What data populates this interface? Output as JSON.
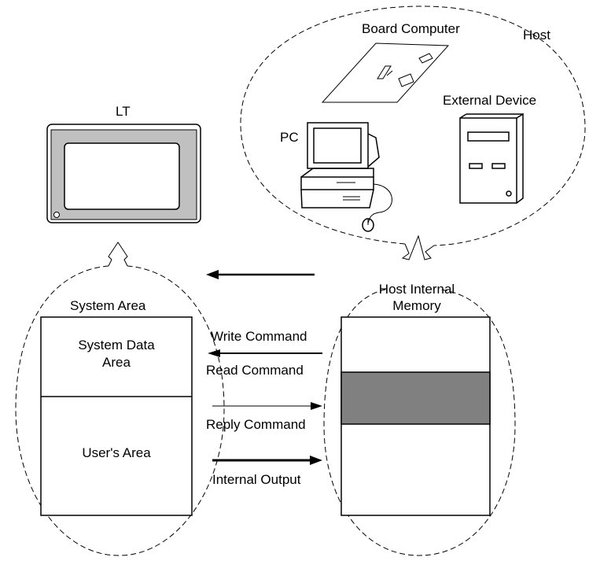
{
  "labels": {
    "board_computer": "Board Computer",
    "host": "Host",
    "external_device": "External Device",
    "pc": "PC",
    "lt": "LT",
    "host_internal_memory_line1": "Host Internal",
    "host_internal_memory_line2": "Memory",
    "system_area": "System Area",
    "system_data_area_line1": "System Data",
    "system_data_area_line2": "Area",
    "users_area": "User's Area",
    "write_command": "Write Command",
    "read_command": "Read Command",
    "reply_command": "Reply Command",
    "internal_output": "Internal Output"
  },
  "colors": {
    "line": "#000000",
    "lt_bezel": "#c0c0c0",
    "highlight_memory": "#808080",
    "background": "#ffffff"
  }
}
